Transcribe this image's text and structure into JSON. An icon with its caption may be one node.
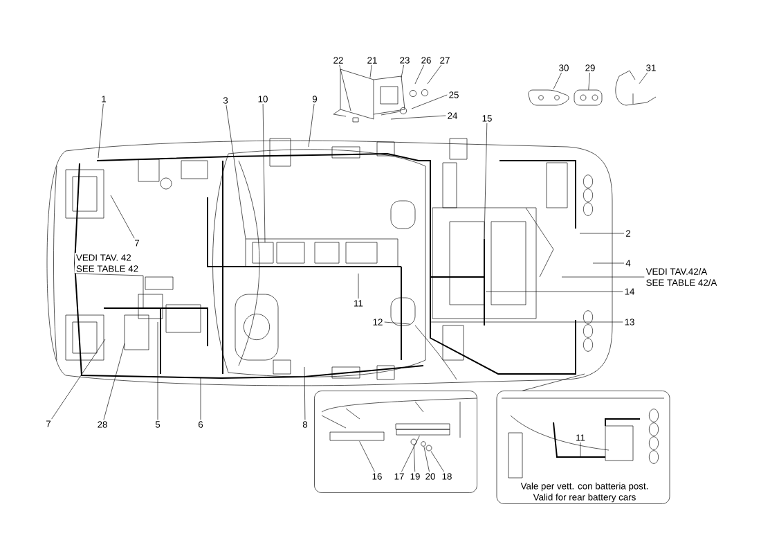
{
  "diagram": {
    "nodes": [
      {
        "text": [
          "22"
        ]
      },
      {
        "text": [
          "21"
        ]
      },
      {
        "text": [
          "23"
        ]
      },
      {
        "text": [
          "26"
        ]
      },
      {
        "text": [
          "27"
        ]
      },
      {
        "text": [
          "30"
        ]
      },
      {
        "text": [
          "29"
        ]
      },
      {
        "text": [
          "31"
        ]
      },
      {
        "text": [
          "25"
        ]
      },
      {
        "text": [
          "1"
        ]
      },
      {
        "text": [
          "3"
        ]
      },
      {
        "text": [
          "10"
        ]
      },
      {
        "text": [
          "9"
        ]
      },
      {
        "text": [
          "24"
        ]
      },
      {
        "text": [
          "15"
        ]
      },
      {
        "text": [
          "2"
        ]
      },
      {
        "text": [
          "7"
        ]
      },
      {
        "text": [
          "VEDI TAV. 42",
          "SEE TABLE 42"
        ]
      },
      {
        "text": [
          "4"
        ]
      },
      {
        "text": [
          "VEDI TAV.42/A",
          "SEE TABLE 42/A"
        ]
      },
      {
        "text": [
          "14"
        ]
      },
      {
        "text": [
          "11"
        ]
      },
      {
        "text": [
          "12"
        ]
      },
      {
        "text": [
          "13"
        ]
      },
      {
        "text": [],
        "shape": "box"
      },
      {
        "text": [],
        "shape": "box"
      },
      {
        "text": [
          "7"
        ]
      },
      {
        "text": [
          "28"
        ]
      },
      {
        "text": [
          "5"
        ]
      },
      {
        "text": [
          "6"
        ]
      },
      {
        "text": [
          "8"
        ]
      },
      {
        "text": [
          "11"
        ],
        "in": 25
      },
      {
        "text": [
          "16"
        ],
        "in": 24
      },
      {
        "text": [
          "17"
        ],
        "in": 24
      },
      {
        "text": [
          "19"
        ],
        "in": 24
      },
      {
        "text": [
          "20"
        ],
        "in": 24
      },
      {
        "text": [
          "18"
        ],
        "in": 24
      },
      {
        "text": [],
        "shape": "picture"
      },
      {
        "text": [],
        "shape": "picture"
      },
      {
        "text": [],
        "shape": "picture"
      },
      {
        "text": [],
        "shape": "bar",
        "in": 24
      },
      {
        "text": [],
        "shape": "bar",
        "in": 24
      },
      {
        "text": [],
        "shape": "circle",
        "in": 24
      },
      {
        "text": [],
        "shape": "circle",
        "in": 24
      },
      {
        "text": [],
        "shape": "circle",
        "in": 24
      }
    ],
    "edges": [
      {
        "from": 0,
        "to": null,
        "arrow": "none"
      },
      {
        "from": 1,
        "to": null,
        "arrow": "none"
      },
      {
        "from": 2,
        "to": null,
        "arrow": "none"
      },
      {
        "from": 3,
        "to": null,
        "arrow": "none"
      },
      {
        "from": 4,
        "to": null,
        "arrow": "none"
      },
      {
        "from": 5,
        "to": 37,
        "arrow": "none"
      },
      {
        "from": 6,
        "to": 38,
        "arrow": "none"
      },
      {
        "from": 7,
        "to": 39,
        "arrow": "none"
      },
      {
        "from": 8,
        "to": null,
        "arrow": "none"
      },
      {
        "from": 9,
        "to": null,
        "arrow": "none"
      },
      {
        "from": 10,
        "to": null,
        "arrow": "none"
      },
      {
        "from": 11,
        "to": null,
        "arrow": "none"
      },
      {
        "from": 12,
        "to": null,
        "arrow": "none"
      },
      {
        "from": 13,
        "to": null,
        "arrow": "none"
      },
      {
        "from": 14,
        "to": null,
        "arrow": "none"
      },
      {
        "from": 15,
        "to": null,
        "arrow": "none"
      },
      {
        "from": 16,
        "to": null,
        "arrow": "none"
      },
      {
        "from": 17,
        "to": null,
        "arrow": "none"
      },
      {
        "from": 18,
        "to": null,
        "arrow": "none"
      },
      {
        "from": 19,
        "to": null,
        "arrow": "none"
      },
      {
        "from": 20,
        "to": null,
        "arrow": "none"
      },
      {
        "from": 21,
        "to": null,
        "arrow": "none"
      },
      {
        "from": 22,
        "to": null,
        "arrow": "none"
      },
      {
        "from": 23,
        "to": null,
        "arrow": "none"
      },
      {
        "from": 26,
        "to": null,
        "arrow": "none"
      },
      {
        "from": 27,
        "to": null,
        "arrow": "none"
      },
      {
        "from": 28,
        "to": null,
        "arrow": "none"
      },
      {
        "from": 29,
        "to": null,
        "arrow": "none"
      },
      {
        "from": 30,
        "to": null,
        "arrow": "none"
      },
      {
        "from": 31,
        "to": null,
        "arrow": "none"
      },
      {
        "from": 32,
        "to": 40,
        "arrow": "none"
      },
      {
        "from": 33,
        "to": 41,
        "arrow": "none"
      },
      {
        "from": 34,
        "to": 42,
        "arrow": "none"
      },
      {
        "from": 35,
        "to": 43,
        "arrow": "none"
      },
      {
        "from": 36,
        "to": 44,
        "arrow": "none"
      },
      {
        "from": null,
        "to": 25,
        "arrow": "none"
      }
    ],
    "labels": [
      "Vale per vett. con batteria post.",
      "Valid for rear battery cars"
    ]
  }
}
